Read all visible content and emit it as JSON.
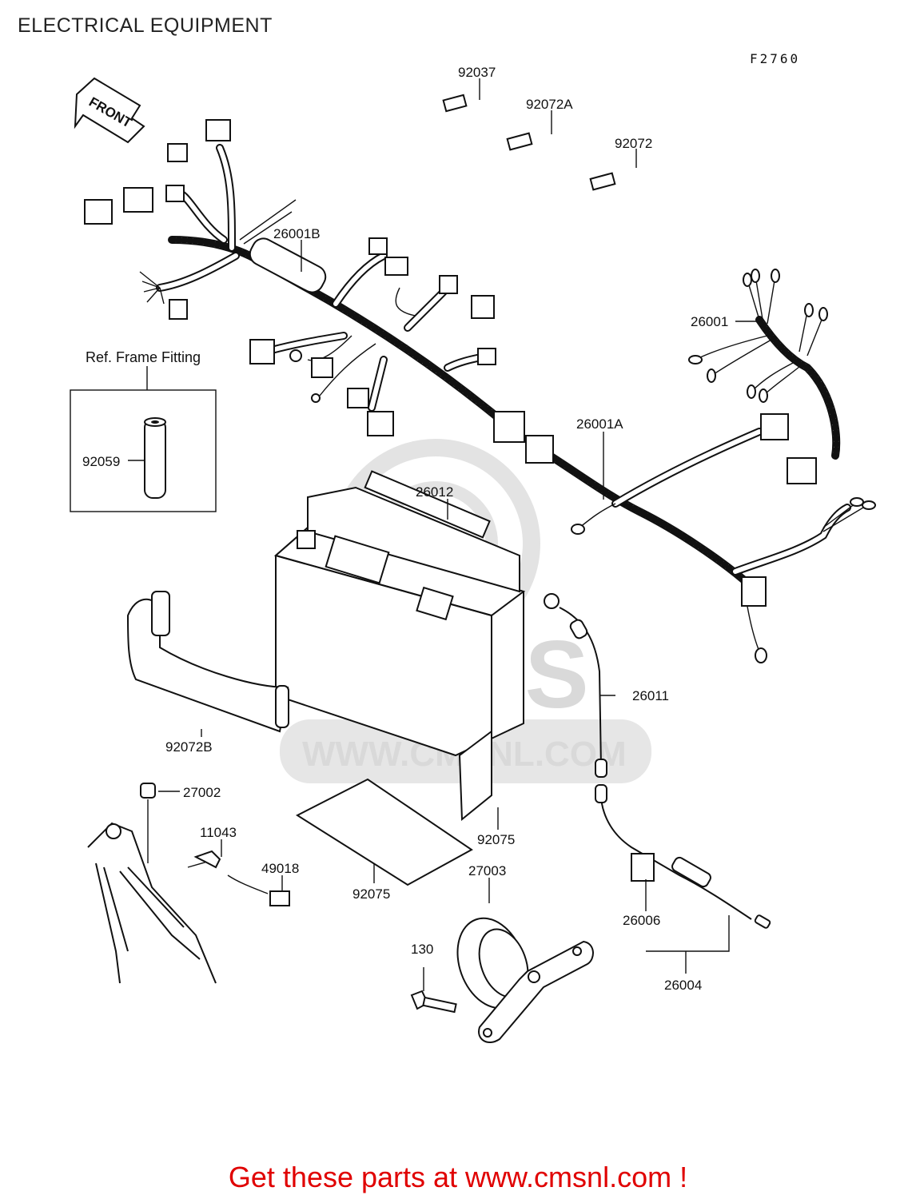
{
  "header": {
    "title": "ELECTRICAL EQUIPMENT",
    "figure_code": "F2760"
  },
  "direction_marker": "FRONT",
  "ref_box_title": "Ref. Frame Fitting",
  "parts": {
    "p92037": "92037",
    "p92072A": "92072A",
    "p92072": "92072",
    "p26001B": "26001B",
    "p26001": "26001",
    "p26001A": "26001A",
    "p92059": "92059",
    "p26012": "26012",
    "p26011": "26011",
    "p92072B": "92072B",
    "p27002": "27002",
    "p11043": "11043",
    "p49018": "49018",
    "p92075a": "92075",
    "p92075b": "92075",
    "p27003": "27003",
    "p26006": "26006",
    "p26004": "26004",
    "p130": "130"
  },
  "watermark": {
    "brand": "CMS",
    "url": "WWW.CMSNL.COM"
  },
  "footer": {
    "cta": "Get these parts at www.cmsnl.com !"
  },
  "colors": {
    "cta_red": "#e00000",
    "watermark_gray": "#d9d9d9",
    "ink": "#111111"
  }
}
